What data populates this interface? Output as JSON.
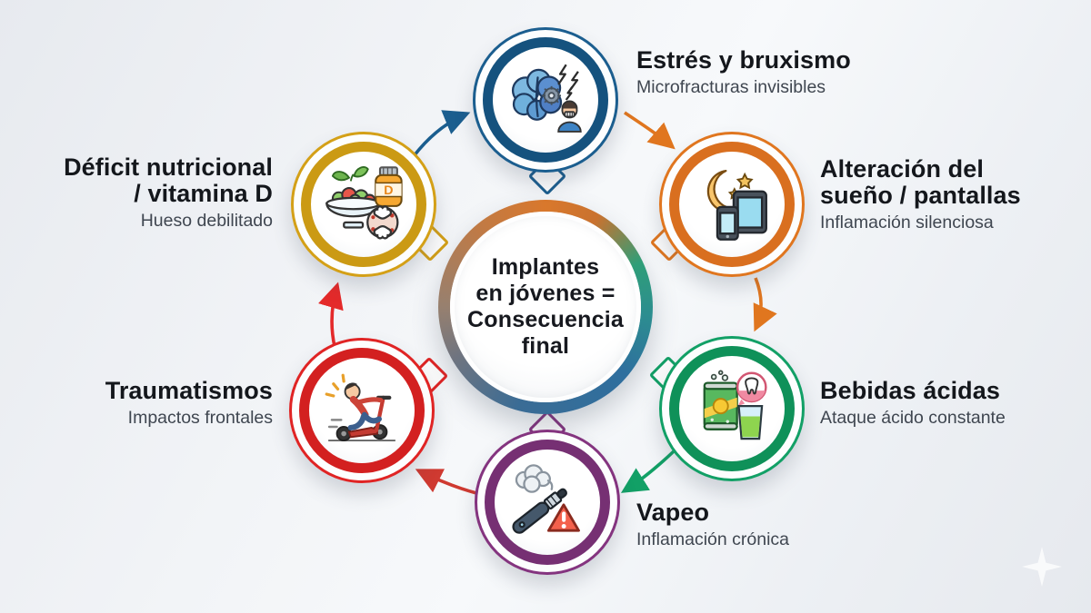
{
  "center": {
    "title": "Implantes\nen jóvenes =\nConsecuencia\nfinal",
    "ring_colors": [
      "#2f6f9e",
      "#d9782c",
      "#2f9e78",
      "#97806f"
    ]
  },
  "nodes": [
    {
      "id": "estres",
      "label": "Estrés y bruxismo",
      "sublabel": "Microfracturas invisibles",
      "color": "#1b5e8f",
      "icon": "brain-stress-icon"
    },
    {
      "id": "suenio",
      "label": "Alteración del\nsueño / pantallas",
      "sublabel": "Inflamación silenciosa",
      "color": "#e0761f",
      "icon": "moon-devices-icon"
    },
    {
      "id": "bebidas",
      "label": "Bebidas ácidas",
      "sublabel": "Ataque ácido constante",
      "color": "#12a066",
      "icon": "acidic-drinks-icon"
    },
    {
      "id": "vapeo",
      "label": "Vapeo",
      "sublabel": "Inflamación crónica",
      "color": "#84347f",
      "icon": "vape-warning-icon"
    },
    {
      "id": "trauma",
      "label": "Traumatismos",
      "sublabel": "Impactos frontales",
      "color": "#e02424",
      "icon": "scooter-fall-icon"
    },
    {
      "id": "deficit",
      "label": "Déficit nutricional\n/ vitamina D",
      "sublabel": "Hueso debilitado",
      "color": "#d4a017",
      "icon": "nutrition-vitamin-icon"
    }
  ],
  "icon_letters": {
    "vitamin": "D"
  },
  "arrows": [
    {
      "from": "deficit",
      "to": "estres",
      "color": "#1b5e8f"
    },
    {
      "from": "estres",
      "to": "suenio",
      "color": "#e0761f"
    },
    {
      "from": "suenio",
      "to": "bebidas",
      "color": "#e0761f"
    },
    {
      "from": "bebidas",
      "to": "vapeo",
      "color": "#12a066"
    },
    {
      "from": "vapeo",
      "to": "trauma",
      "color": "#cf3a31"
    },
    {
      "from": "trauma",
      "to": "deficit",
      "color": "#e42a2a"
    }
  ]
}
